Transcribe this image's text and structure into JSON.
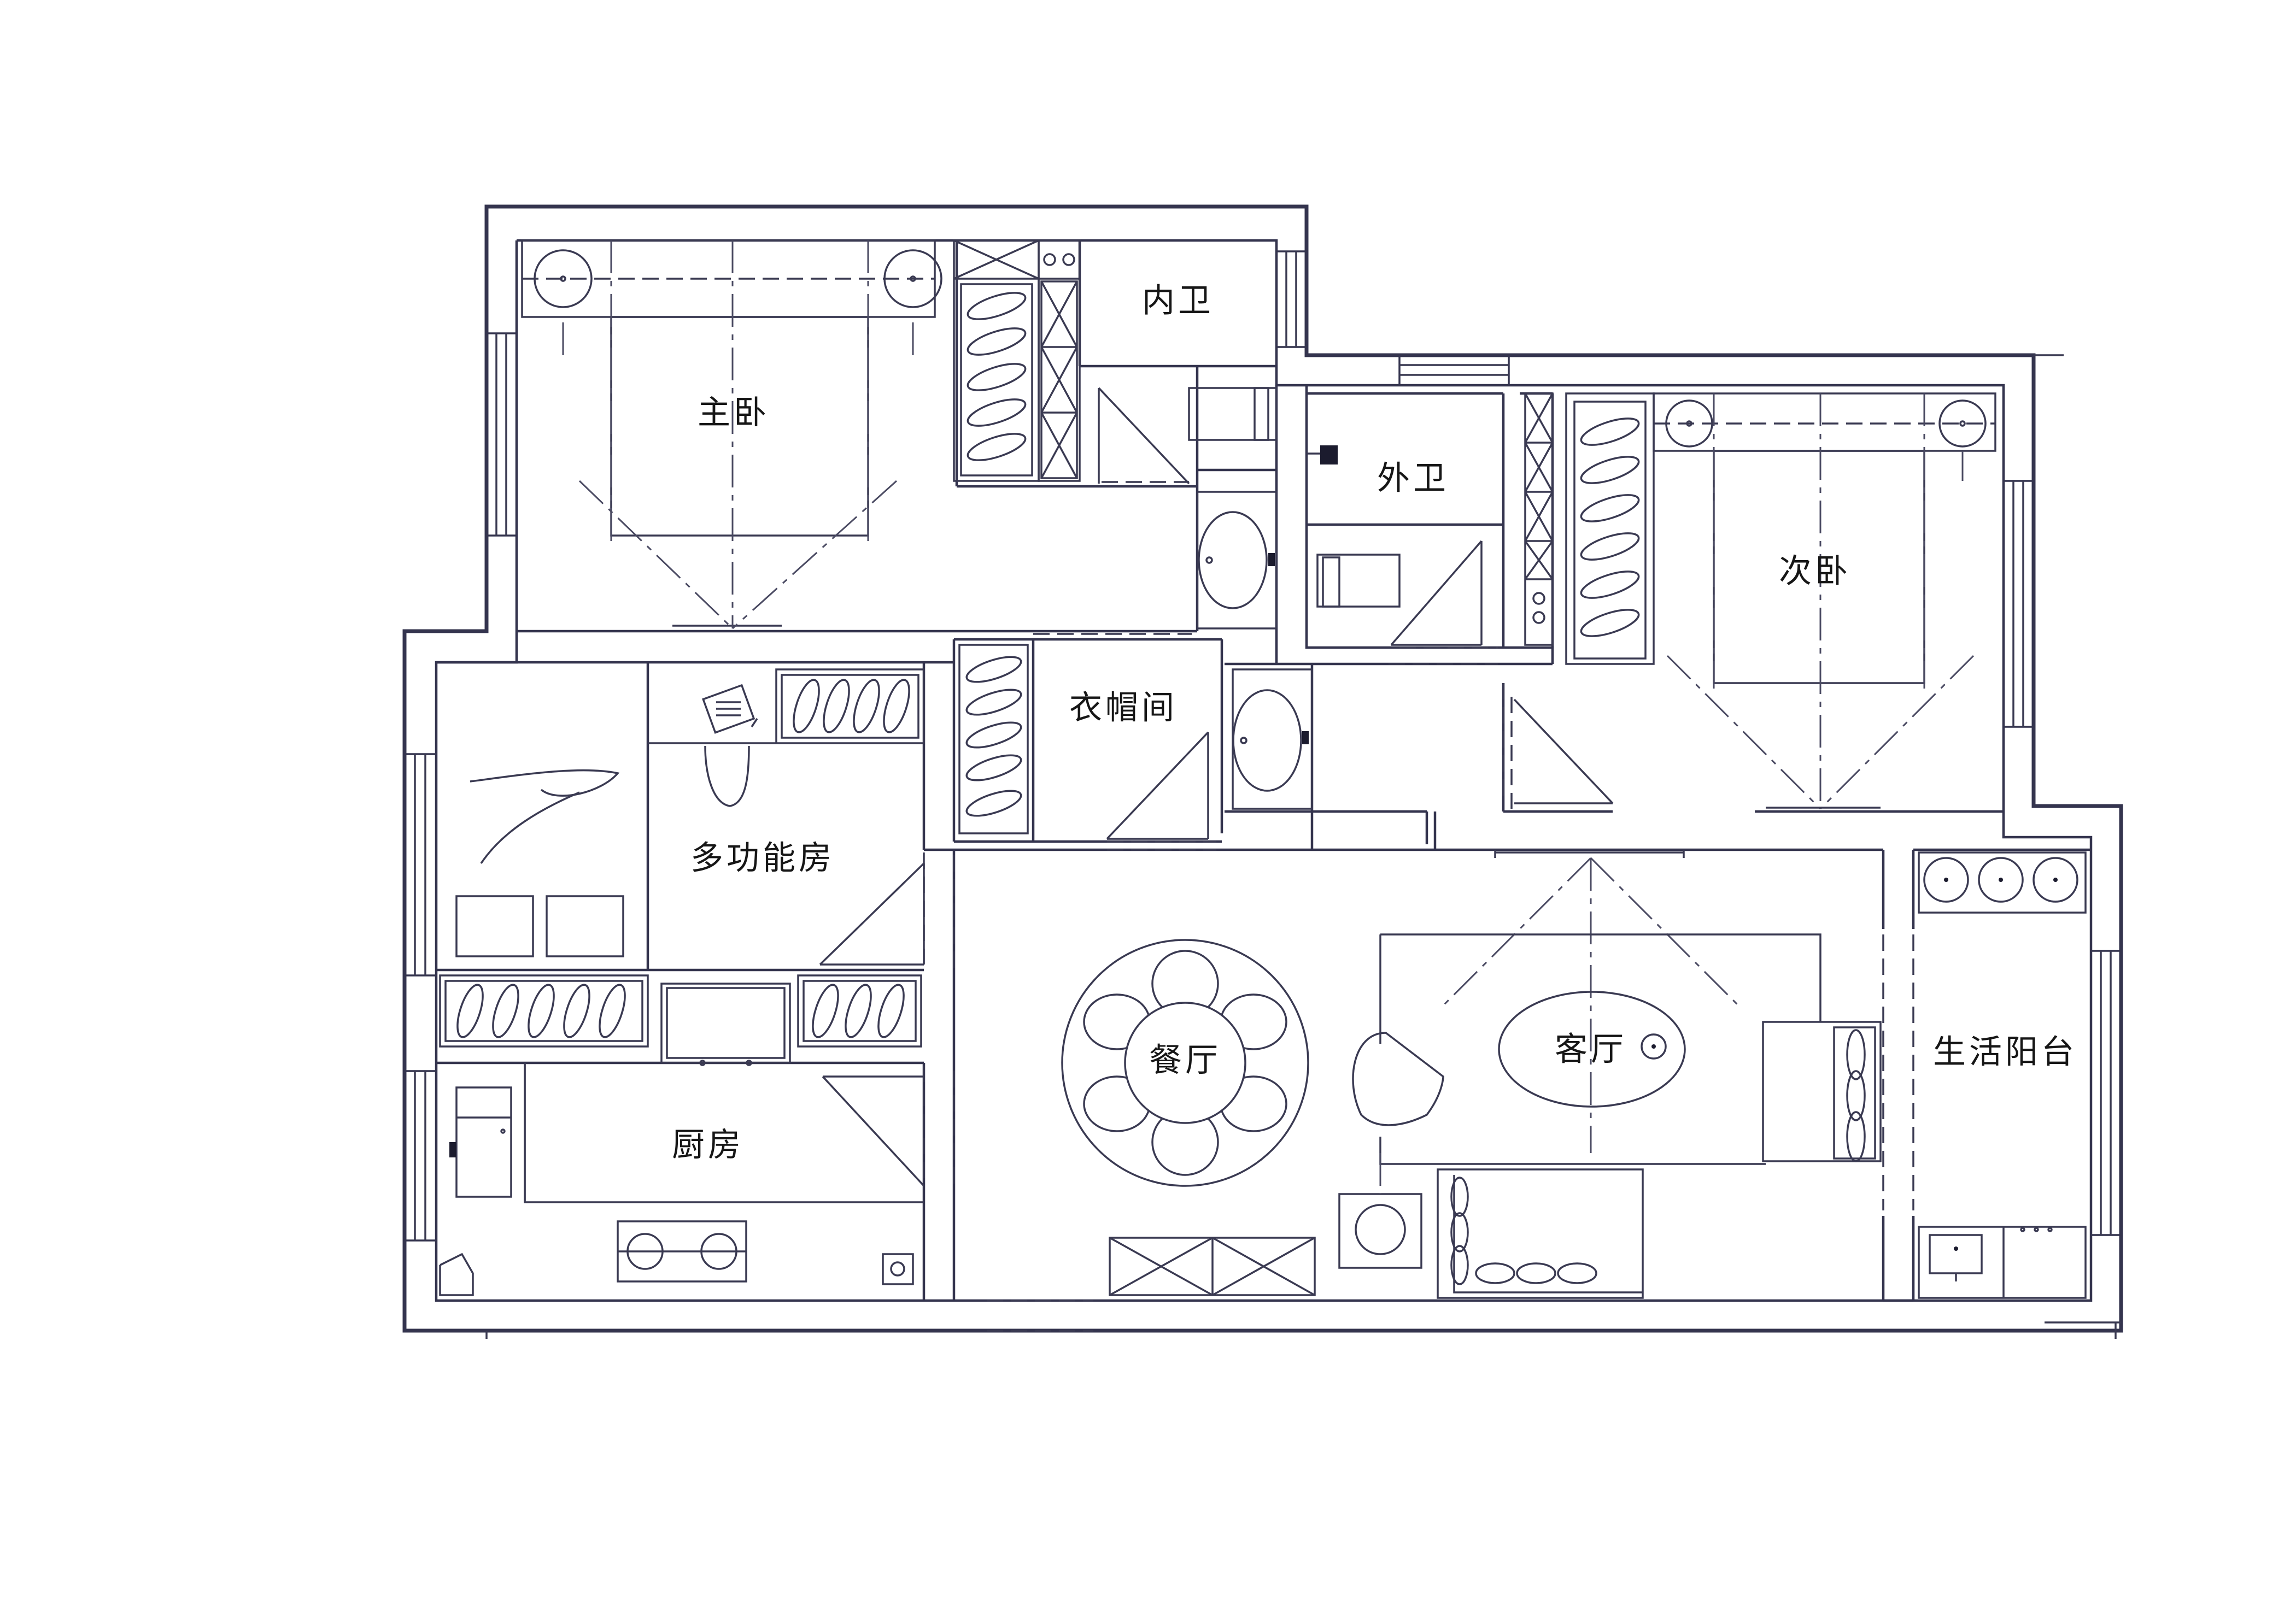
{
  "rooms": {
    "master_bedroom": "主卧",
    "ensuite_bathroom": "内卫",
    "guest_bathroom": "外卫",
    "second_bedroom": "次卧",
    "cloakroom": "衣帽间",
    "multi_function_room": "多功能房",
    "kitchen": "厨房",
    "dining_room": "餐厅",
    "living_room": "客厅",
    "service_balcony": "生活阳台"
  }
}
